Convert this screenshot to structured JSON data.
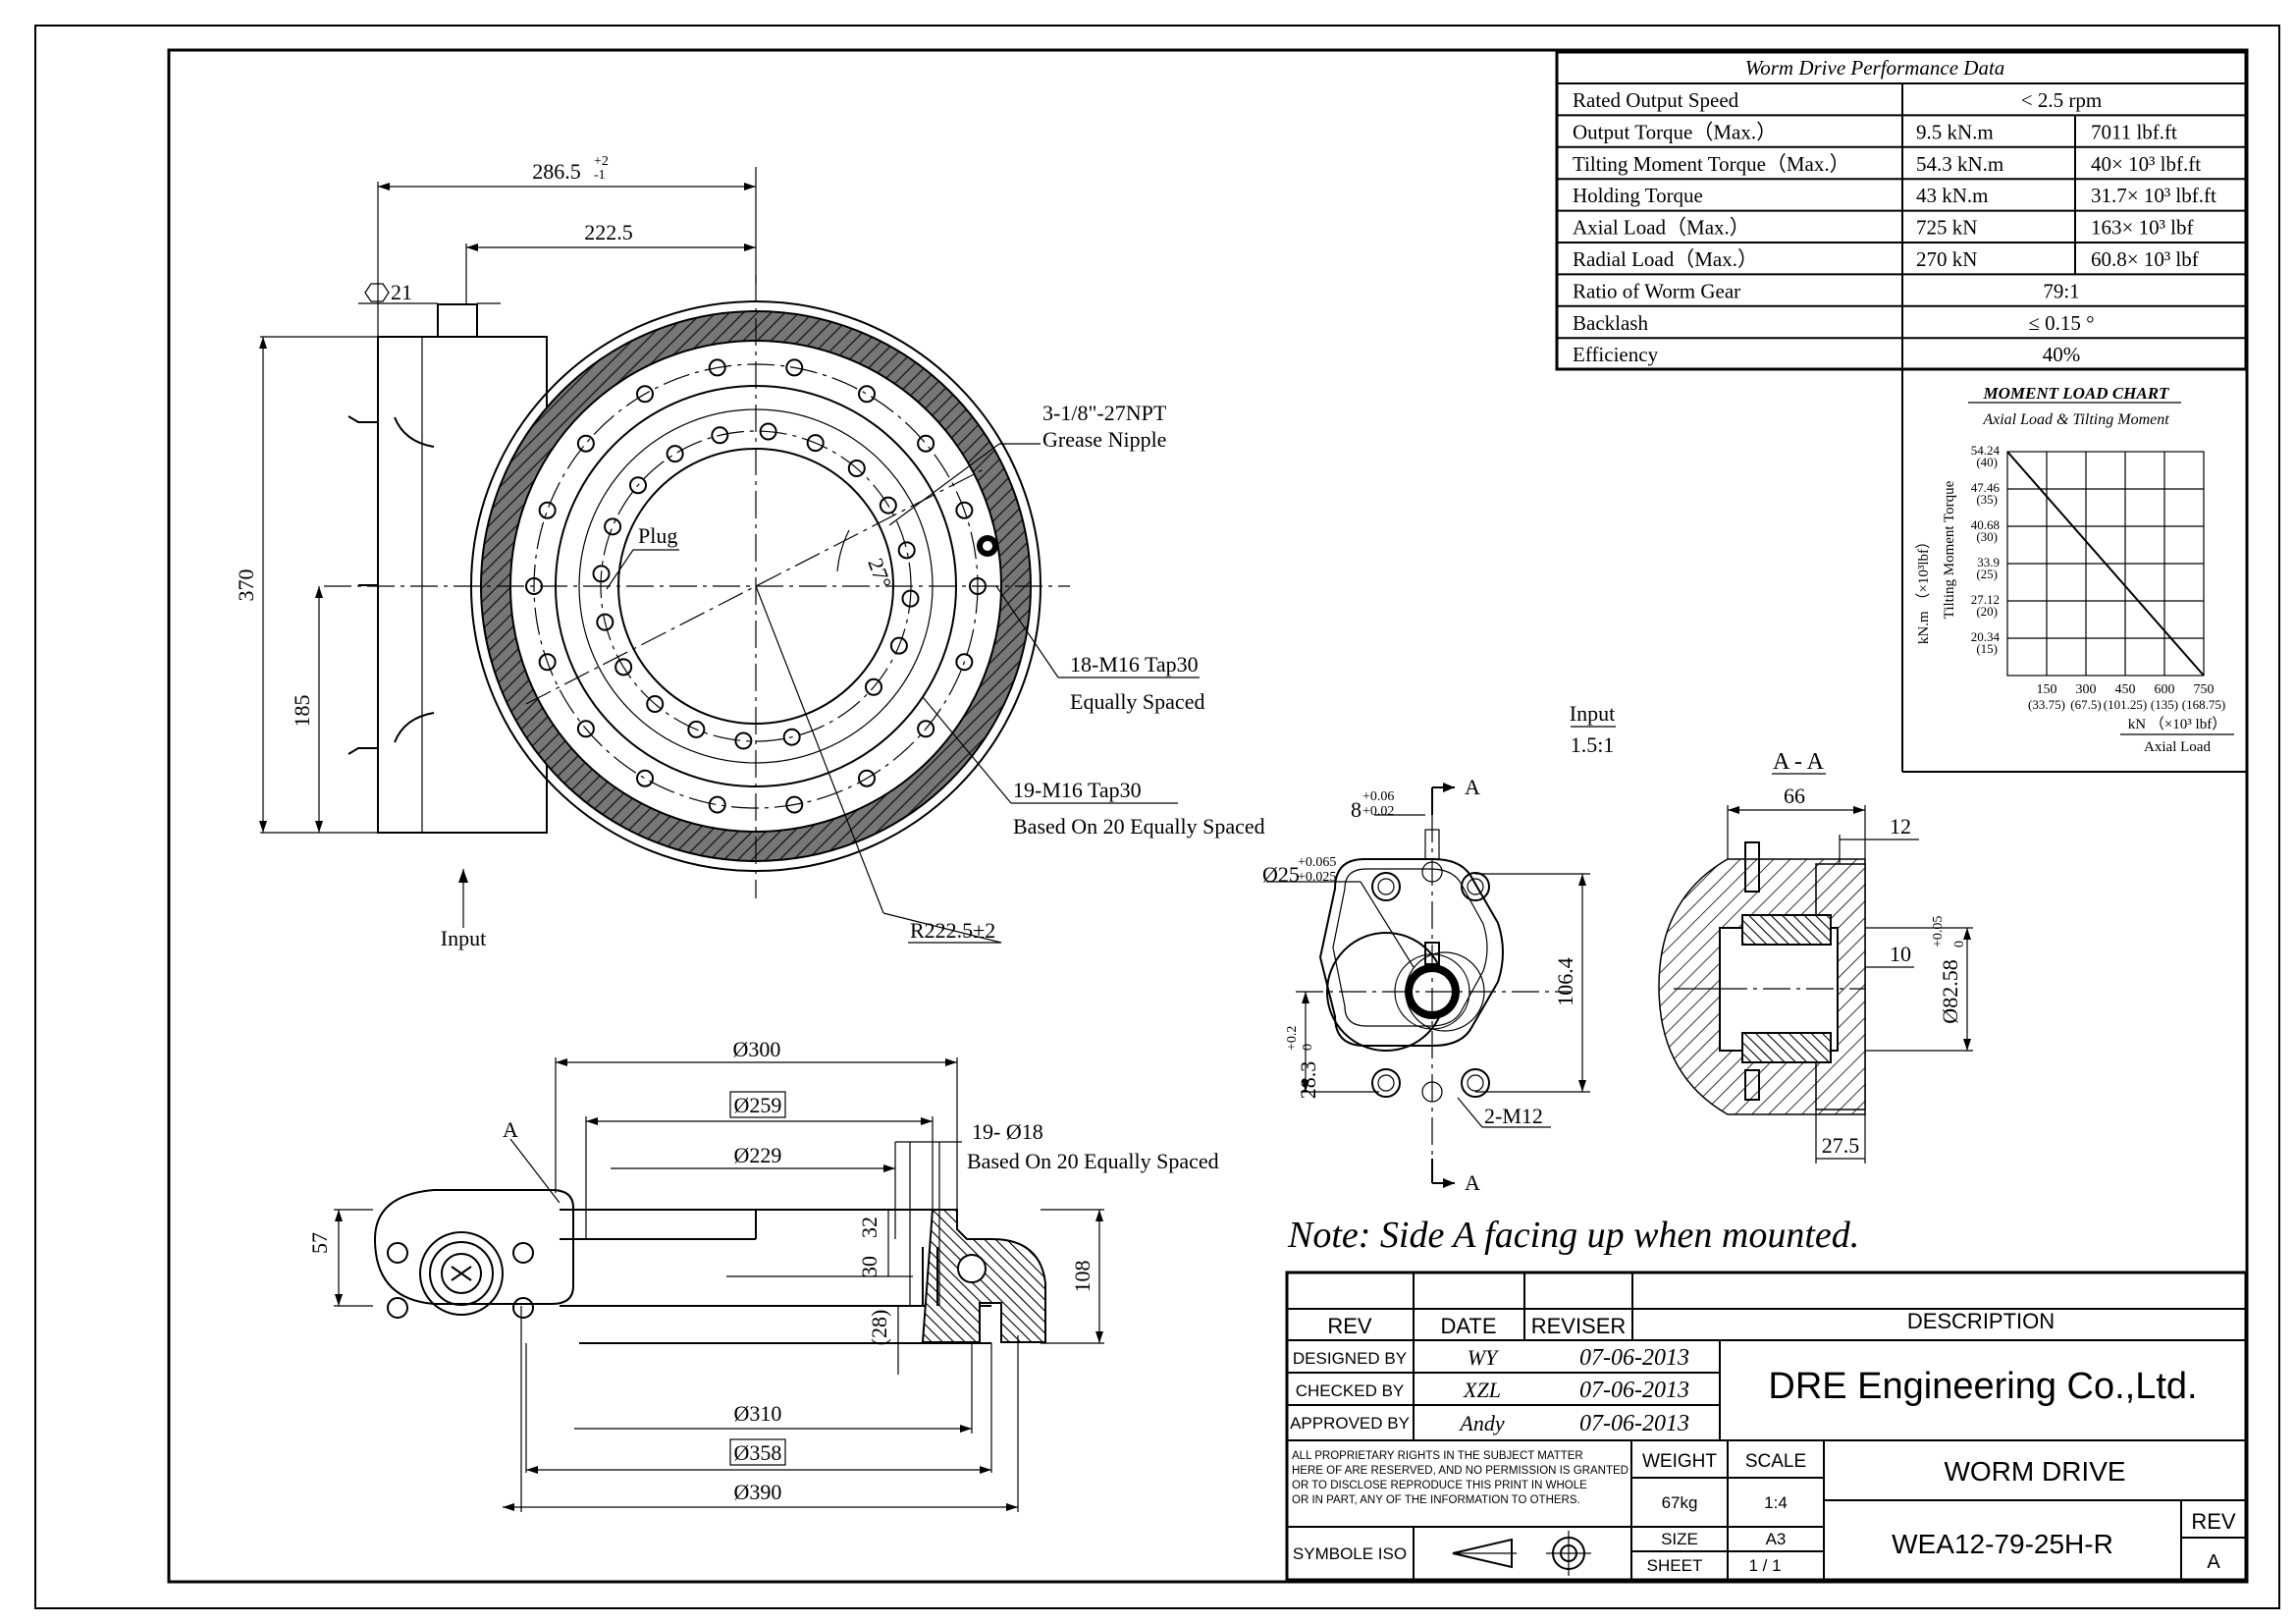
{
  "performance_table": {
    "title": "Worm Drive Performance Data",
    "rows": [
      {
        "label": "Rated Output Speed",
        "v1": "< 2.5 rpm",
        "v2": ""
      },
      {
        "label": "Output Torque（Max.）",
        "v1": "9.5 kN.m",
        "v2": "7011 lbf.ft"
      },
      {
        "label": "Tilting Moment Torque（Max.）",
        "v1": "54.3 kN.m",
        "v2": "40× 10³ lbf.ft"
      },
      {
        "label": "Holding Torque",
        "v1": "43 kN.m",
        "v2": "31.7× 10³ lbf.ft"
      },
      {
        "label": "Axial Load（Max.）",
        "v1": "725 kN",
        "v2": "163× 10³ lbf"
      },
      {
        "label": "Radial Load（Max.）",
        "v1": "270 kN",
        "v2": "60.8× 10³ lbf"
      },
      {
        "label": "Ratio of Worm Gear",
        "v1": "79:1",
        "v2": ""
      },
      {
        "label": "Backlash",
        "v1": "≤ 0.15 °",
        "v2": ""
      },
      {
        "label": "Efficiency",
        "v1": "40%",
        "v2": ""
      }
    ]
  },
  "chart_data": {
    "type": "line",
    "title": "MOMENT LOAD CHART",
    "subtitle": "Axial Load & Tilting Moment",
    "ylabel_units": "kN.m （×10³lbf）",
    "ylabel": "Tilting Moment Torque",
    "xlabel_units": "kN （×10³ lbf）",
    "xlabel": "Axial Load",
    "y_ticks": [
      {
        "v": "54.24",
        "alt": "(40)"
      },
      {
        "v": "47.46",
        "alt": "(35)"
      },
      {
        "v": "40.68",
        "alt": "(30)"
      },
      {
        "v": "33.9",
        "alt": "(25)"
      },
      {
        "v": "27.12",
        "alt": "(20)"
      },
      {
        "v": "20.34",
        "alt": "(15)"
      }
    ],
    "x_ticks": [
      {
        "v": "150",
        "alt": "(33.75)"
      },
      {
        "v": "300",
        "alt": "(67.5)"
      },
      {
        "v": "450",
        "alt": "(101.25)"
      },
      {
        "v": "600",
        "alt": "(135)"
      },
      {
        "v": "750",
        "alt": "(168.75)"
      }
    ],
    "xlim": [
      0,
      750
    ],
    "ylim": [
      13.56,
      54.24
    ],
    "grid": true,
    "series": [
      {
        "x": [
          0,
          750
        ],
        "y": [
          54.24,
          13.56
        ]
      }
    ]
  },
  "front_view": {
    "dim_286": "286.5",
    "dim_286_tol_up": "+2",
    "dim_286_tol_dn": "-1",
    "dim_222": "222.5",
    "hex": "21",
    "dim_370": "370",
    "dim_185": "185",
    "npt": "3-1/8\"-27NPT",
    "grease": "Grease Nipple",
    "plug": "Plug",
    "angle": "27°",
    "tap18": "18-M16 Tap30",
    "equally": "Equally Spaced",
    "tap19": "19-M16 Tap30",
    "based20": "Based On 20 Equally Spaced",
    "radius": "R222.5±2",
    "input": "Input"
  },
  "bottom_view": {
    "a_label": "A",
    "d300": "Ø300",
    "d259": "Ø259",
    "d229": "Ø229",
    "holes": "19- Ø18",
    "based20": "Based On 20 Equally Spaced",
    "d57": "57",
    "d32": "32",
    "d30": "30",
    "d28": "(28)",
    "d108": "108",
    "d310": "Ø310",
    "d358": "Ø358",
    "d390": "Ø390"
  },
  "input_view": {
    "input": "Input",
    "ratio": "1.5:1",
    "key": "8",
    "key_up": "+0.06",
    "key_dn": "+0.02",
    "shaft": "Ø25",
    "shaft_up": "+0.065",
    "shaft_dn": "+0.025",
    "d106": "106.4",
    "d28": "28.3",
    "d28_up": "+0.2",
    "d28_dn": "0",
    "m12": "2-M12",
    "sec": "A"
  },
  "section_view": {
    "title": "A - A",
    "d66": "66",
    "d12": "12",
    "d10": "10",
    "d82": "Ø82.58",
    "d82_up": "+0.05",
    "d82_dn": "0",
    "d27": "27.5"
  },
  "note": "Note: Side A facing up when mounted.",
  "title_block": {
    "rev_h": "REV",
    "date_h": "DATE",
    "reviser_h": "REVISER",
    "desc_h": "DESCRIPTION",
    "designed": "DESIGNED BY",
    "checked": "CHECKED BY",
    "approved": "APPROVED BY",
    "designer": "WY",
    "checker": "XZL",
    "approver": "Andy",
    "date1": "07-06-2013",
    "date2": "07-06-2013",
    "date3": "07-06-2013",
    "company": "DRE Engineering Co.,Ltd.",
    "rights1": "ALL PROPRIETARY RIGHTS IN THE SUBJECT MATTER",
    "rights2": "HERE OF ARE RESERVED, AND NO PERMISSION IS GRANTED",
    "rights3": "OR TO DISCLOSE REPRODUCE THIS PRINT IN WHOLE",
    "rights4": "OR IN PART, ANY OF THE INFORMATION TO OTHERS.",
    "weight_h": "WEIGHT",
    "scale_h": "SCALE",
    "weight": "67kg",
    "scale": "1:4",
    "product": "WORM DRIVE",
    "symbole": "SYMBOLE ISO",
    "size_h": "SIZE",
    "size": "A3",
    "sheet_h": "SHEET",
    "sheet": "1  /  1",
    "part": "WEA12-79-25H-R",
    "rev2_h": "REV",
    "rev2": "A"
  }
}
